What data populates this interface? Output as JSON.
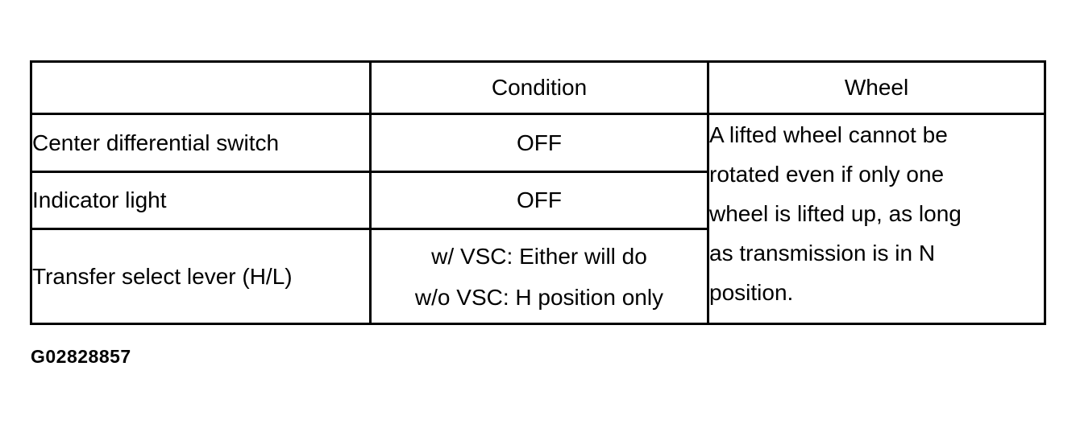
{
  "page": {
    "background_color": "#ffffff",
    "text_color": "#000000",
    "border_color": "#000000"
  },
  "figure_id": "G02828857",
  "table": {
    "headers": {
      "col1": "",
      "col2": "Condition",
      "col3": "Wheel"
    },
    "rows": [
      {
        "label": "Center differential switch",
        "condition": "OFF"
      },
      {
        "label": "Indicator light",
        "condition": "OFF"
      },
      {
        "label": "Transfer select lever (H/L)",
        "condition_line1": "w/ VSC: Either will do",
        "condition_line2": "w/o VSC: H position only"
      }
    ],
    "wheel_note": {
      "text": "A lifted wheel cannot be rotated even if only one wheel is lifted up, as long as transmission is in N position.",
      "lines": [
        "A lifted wheel cannot be",
        "rotated even if only one",
        "wheel is lifted up, as long",
        "as transmission is in N",
        "position."
      ]
    }
  }
}
